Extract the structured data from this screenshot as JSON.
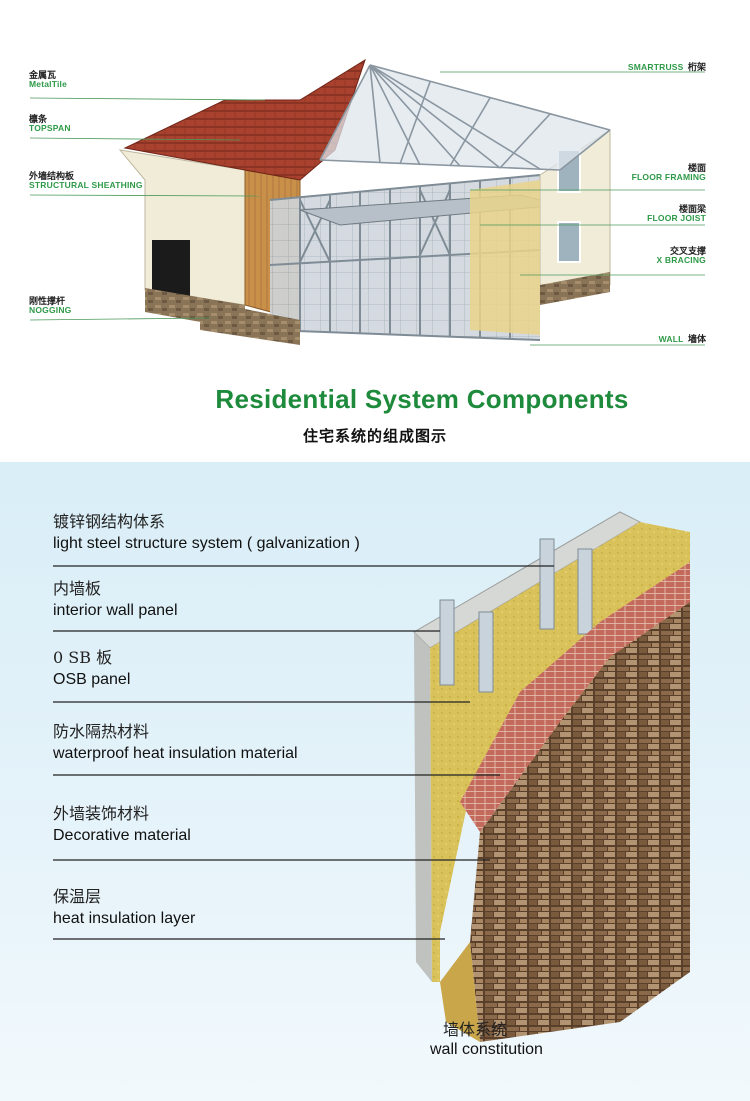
{
  "top": {
    "left_labels": [
      {
        "cn": "金属瓦",
        "en": "MetalTile"
      },
      {
        "cn": "檩条",
        "en": "TOPSPAN"
      },
      {
        "cn": "外墙结构板",
        "en": "STRUCTURAL SHEATHING"
      },
      {
        "cn": "刚性撑杆",
        "en": "NOGGING"
      }
    ],
    "right_labels": [
      {
        "en": "SMARTRUSS",
        "cn": "桁架"
      },
      {
        "cn": "楼面",
        "en": "FLOOR FRAMING"
      },
      {
        "cn": "楼面梁",
        "en": "FLOOR JOIST"
      },
      {
        "cn": "交叉支撑",
        "en": "X BRACING"
      },
      {
        "en": "WALL",
        "cn": "墙体"
      }
    ],
    "title": "Residential System Components",
    "subtitle": "住宅系统的组成图示"
  },
  "bottom": {
    "layers": [
      {
        "cn": "镀锌钢结构体系",
        "en": "light steel structure system ( galvanization )"
      },
      {
        "cn": "内墙板",
        "en": "interior wall panel"
      },
      {
        "cn": "0 SB 板",
        "en": "OSB panel"
      },
      {
        "cn": "防水隔热材料",
        "en": "waterproof heat insulation material"
      },
      {
        "cn": "外墙装饰材料",
        "en": "Decorative material"
      },
      {
        "cn": "保温层",
        "en": "heat insulation layer"
      }
    ],
    "caption_cn": "墙体系统",
    "caption_en": "wall constitution"
  },
  "colors": {
    "label_green": "#2e9a48",
    "title_green": "#1e8a3c",
    "roof_tile": "#a8412e",
    "wall_cream": "#f0ecd8",
    "steel": "#c9d3dc",
    "insulation": "#d9c25a",
    "brick": "#b8524a",
    "stone": "#6e4f35"
  }
}
